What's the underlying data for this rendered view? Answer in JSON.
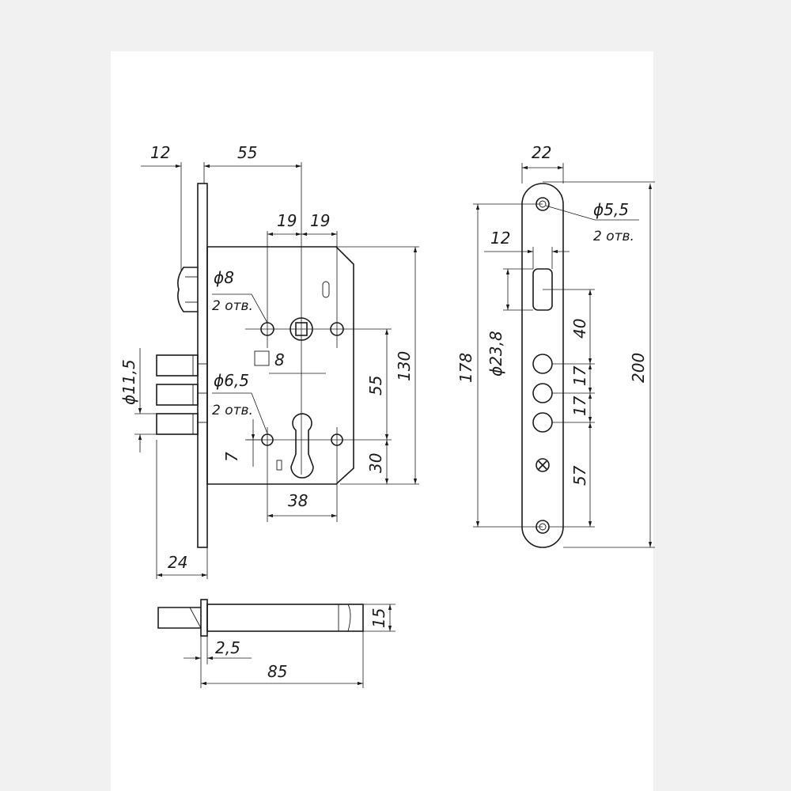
{
  "front_view": {
    "dim_12": "12",
    "dim_55_top": "55",
    "dim_19_left": "19",
    "dim_19_right": "19",
    "dim_d8": "ϕ8",
    "note_2otv_a": "2 отв.",
    "dim_8": "8",
    "dim_d65": "ϕ6,5",
    "note_2otv_b": "2 отв.",
    "dim_55_side": "55",
    "dim_130": "130",
    "dim_d115": "ϕ11,5",
    "dim_7": "7",
    "dim_30": "30",
    "dim_38": "38",
    "dim_24": "24"
  },
  "bottom_view": {
    "dim_15": "15",
    "dim_25": "2,5",
    "dim_85": "85"
  },
  "faceplate_view": {
    "dim_22": "22",
    "dim_d55": "ϕ5,5",
    "note_2otv": "2 отв.",
    "dim_12": "12",
    "dim_178": "178",
    "dim_d238": "ϕ23,8",
    "dim_40": "40",
    "dim_17a": "17",
    "dim_17b": "17",
    "dim_57": "57",
    "dim_200": "200"
  }
}
